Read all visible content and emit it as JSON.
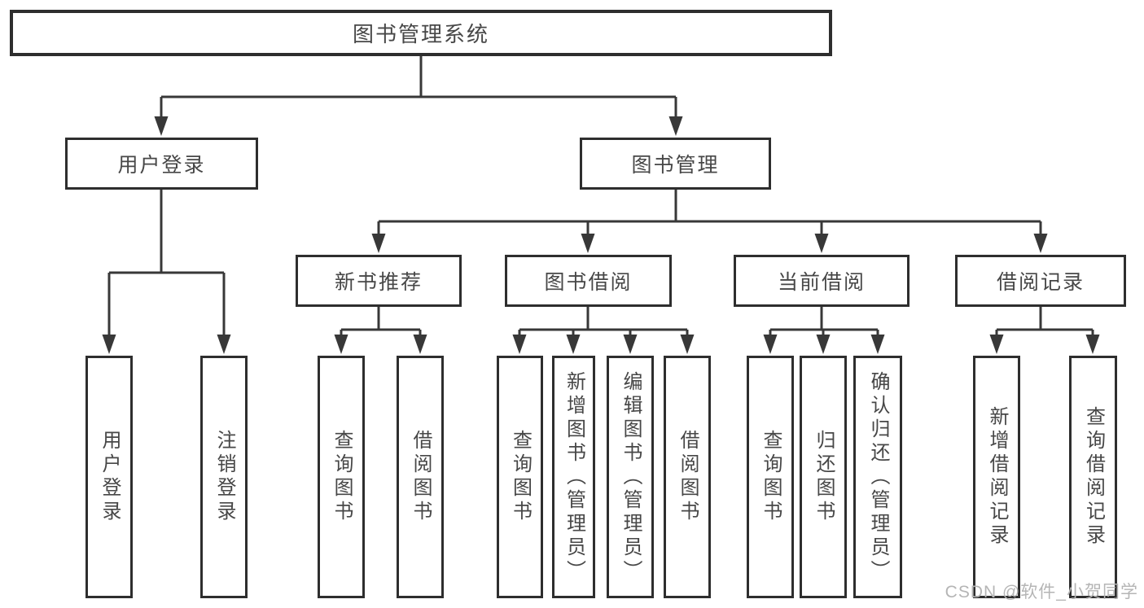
{
  "diagram": {
    "root": {
      "label": "图书管理系统"
    },
    "level2": [
      {
        "id": "user-login",
        "label": "用户登录"
      },
      {
        "id": "book-management",
        "label": "图书管理"
      }
    ],
    "level3": [
      {
        "id": "new-book-recommend",
        "label": "新书推荐"
      },
      {
        "id": "book-borrowing",
        "label": "图书借阅"
      },
      {
        "id": "current-borrowing",
        "label": "当前借阅"
      },
      {
        "id": "borrowing-records",
        "label": "借阅记录"
      }
    ],
    "leaves": [
      {
        "parent": "user-login",
        "label": "用户登录"
      },
      {
        "parent": "user-login",
        "label": "注销登录"
      },
      {
        "parent": "new-book-recommend",
        "label": "查询图书"
      },
      {
        "parent": "new-book-recommend",
        "label": "借阅图书"
      },
      {
        "parent": "book-borrowing",
        "label": "查询图书"
      },
      {
        "parent": "book-borrowing",
        "label": "新增图书（管理员）"
      },
      {
        "parent": "book-borrowing",
        "label": "编辑图书（管理员）"
      },
      {
        "parent": "book-borrowing",
        "label": "借阅图书"
      },
      {
        "parent": "current-borrowing",
        "label": "查询图书"
      },
      {
        "parent": "current-borrowing",
        "label": "归还图书"
      },
      {
        "parent": "current-borrowing",
        "label": "确认归还（管理员）"
      },
      {
        "parent": "borrowing-records",
        "label": "新增借阅记录"
      },
      {
        "parent": "borrowing-records",
        "label": "查询借阅记录"
      }
    ]
  },
  "watermark": {
    "text": "CSDN @软件_小贺同学"
  },
  "colors": {
    "line": "#383838",
    "border": "#2e2e2e",
    "text": "#474747",
    "watermark": "#b5b5b5",
    "background": "#ffffff"
  }
}
